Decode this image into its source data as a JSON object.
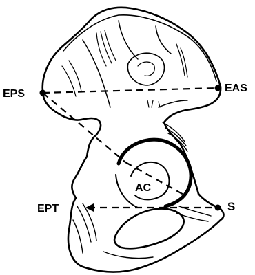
{
  "figure": {
    "labels": {
      "eps": "EPS",
      "eas": "EAS",
      "ept": "EPT",
      "s": "S",
      "ac": "AC"
    },
    "colors": {
      "ink": "#000000",
      "paper": "#ffffff"
    },
    "subject": "hip-bone-lateral-view"
  }
}
